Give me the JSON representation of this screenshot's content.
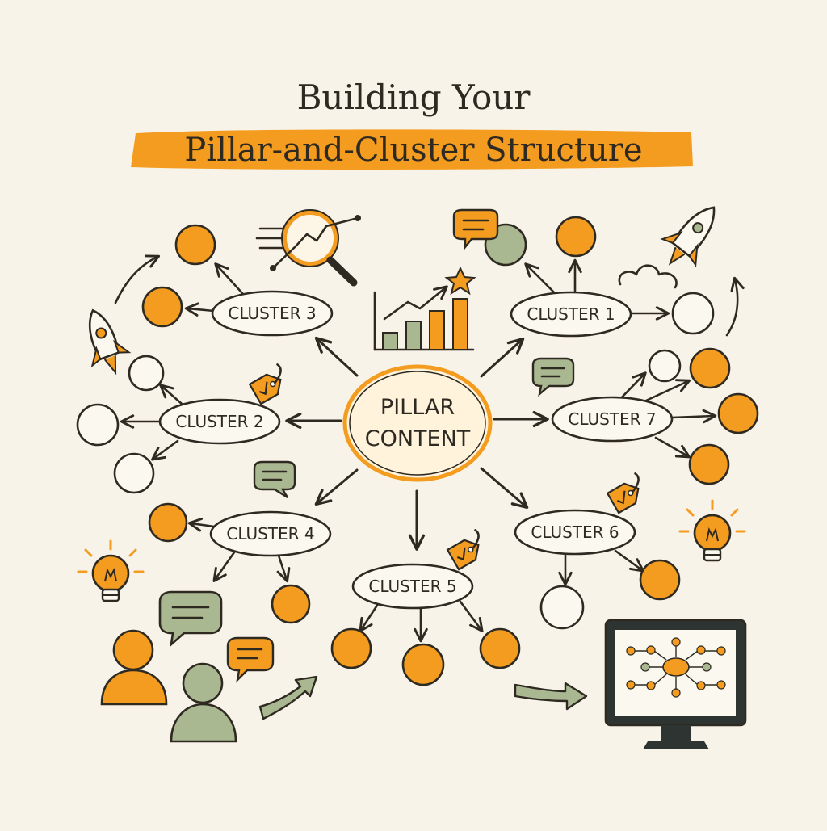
{
  "title": {
    "line1": "Building Your",
    "line2": "Pillar-and-Cluster Structure"
  },
  "pillar": {
    "line1": "PILLAR",
    "line2": "CONTENT"
  },
  "clusters": [
    "CLUSTER 1",
    "CLUSTER 2",
    "CLUSTER 3",
    "CLUSTER 4",
    "CLUSTER 5",
    "CLUSTER 6",
    "CLUSTER 7"
  ],
  "colors": {
    "background": "#f8f3e8",
    "accent": "#f39c1f",
    "sage": "#a9b891",
    "ink": "#2e2a22",
    "pillar_fill": "#fff3dc"
  },
  "icons": [
    "magnifier-chart-icon",
    "rocket-icon",
    "bar-chart-icon",
    "price-tag-icon",
    "speech-bubble-icon",
    "lightbulb-icon",
    "people-icon",
    "monitor-icon"
  ]
}
